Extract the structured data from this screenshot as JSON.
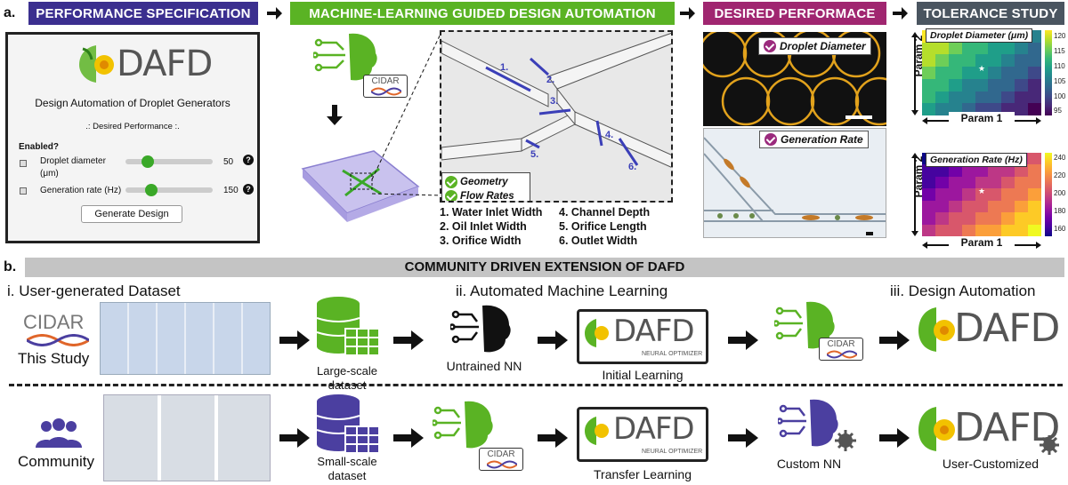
{
  "panel_a": {
    "label": "a.",
    "headers": [
      {
        "text": "PERFORMANCE SPECIFICATION",
        "color": "#3b2f8f"
      },
      {
        "text": "MACHINE-LEARNING GUIDED DESIGN AUTOMATION",
        "color": "#5ab324"
      },
      {
        "text": "DESIRED PERFORMACE",
        "color": "#a02670"
      },
      {
        "text": "TOLERANCE STUDY",
        "color": "#4a5560"
      }
    ],
    "app": {
      "logo_text": "DAFD",
      "title": "Design Automation of Droplet Generators",
      "subtitle": ".: Desired Performance :.",
      "enabled_label": "Enabled?",
      "row1_label": "Droplet diameter (μm)",
      "row1_value": "50",
      "row1_fraction": 0.25,
      "row2_label": "Generation rate (Hz)",
      "row2_value": "150",
      "row2_fraction": 0.3,
      "button_label": "Generate Design",
      "help_glyph": "?"
    },
    "cidar_label": "CIDAR",
    "geometry_label": "Geometry",
    "flow_label": "Flow Rates",
    "param_numbers": [
      "1.",
      "2.",
      "3.",
      "4.",
      "5.",
      "6."
    ],
    "param_list": [
      "1. Water Inlet Width",
      "2. Oil Inlet Width",
      "3. Orifice Width",
      "4. Channel Depth",
      "5. Orifice Length",
      "6. Outlet Width"
    ],
    "droplet_label": "Droplet Diameter",
    "generation_label": "Generation Rate",
    "heatmaps": [
      {
        "title": "Droplet Diameter (μm)",
        "ticks": [
          "120",
          "115",
          "110",
          "105",
          "100",
          "95"
        ],
        "colormap": "viridis"
      },
      {
        "title": "Generation Rate (Hz)",
        "ticks": [
          "240",
          "220",
          "200",
          "180",
          "160"
        ],
        "colormap": "plasma"
      }
    ],
    "param1_label": "Param 1",
    "param2_label": "Param 2",
    "star_glyph": "★"
  },
  "panel_b": {
    "label": "b.",
    "banner": "COMMUNITY DRIVEN EXTENSION OF DAFD",
    "step1": "i. User-generated Dataset",
    "step2": "ii. Automated Machine Learning",
    "step3": "iii. Design Automation",
    "cidar_text": "CIDAR",
    "this_study": "This Study",
    "community": "Community",
    "large_dataset": "Large-scale dataset",
    "small_dataset": "Small-scale dataset",
    "untrained_nn": "Untrained NN",
    "dafd_text": "DAFD",
    "neural_optimizer": "NEURAL OPTIMIZER",
    "initial_learning": "Initial Learning",
    "transfer_learning": "Transfer Learning",
    "custom_nn": "Custom NN",
    "user_customized": "User-Customized"
  },
  "colors": {
    "green": "#5ab324",
    "purple": "#4b3fa0",
    "magenta": "#a02670",
    "dark": "#222222"
  }
}
